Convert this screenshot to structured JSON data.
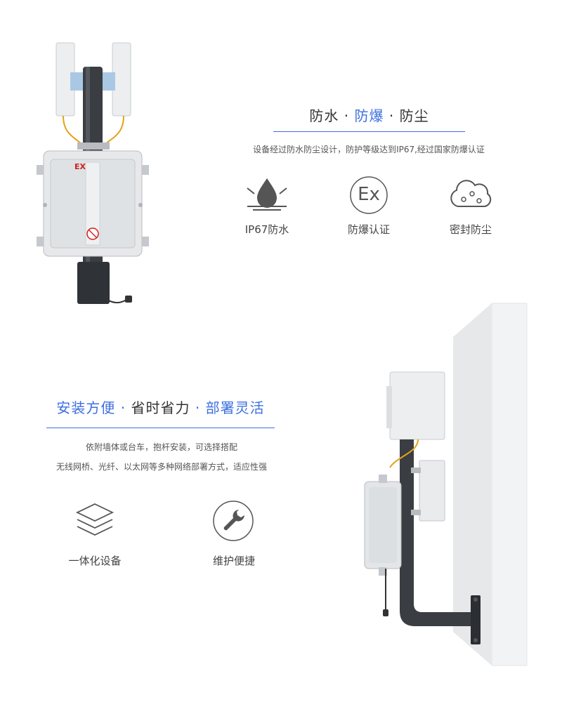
{
  "section1": {
    "title_parts": [
      {
        "text": "防水",
        "style": "dark"
      },
      {
        "text": " · ",
        "style": "dark"
      },
      {
        "text": "防爆",
        "style": "blue"
      },
      {
        "text": " · ",
        "style": "dark"
      },
      {
        "text": "防尘",
        "style": "dark"
      }
    ],
    "subtitle": "设备经过防水防尘设计，防护等级达到IP67,经过国家防爆认证",
    "features": [
      {
        "icon": "waterproof-drop-icon",
        "label": "IP67防水"
      },
      {
        "icon": "ex-explosion-proof-icon",
        "label": "防爆认证",
        "icon_text": "Ex"
      },
      {
        "icon": "dustproof-cloud-icon",
        "label": "密封防尘"
      }
    ],
    "device_label": "EX"
  },
  "section2": {
    "title_parts": [
      {
        "text": "安装方便",
        "style": "blue"
      },
      {
        "text": " · ",
        "style": "blue"
      },
      {
        "text": "省时省力",
        "style": "dark"
      },
      {
        "text": " · ",
        "style": "blue"
      },
      {
        "text": "部署灵活",
        "style": "blue"
      }
    ],
    "lines": [
      "依附墙体或台车，抱杆安装，可选择搭配",
      "无线网桥、光纤、以太网等多种网络部署方式，适应性强"
    ],
    "features": [
      {
        "icon": "layers-stack-icon",
        "label": "一体化设备"
      },
      {
        "icon": "wrench-icon",
        "label": "维护便捷"
      }
    ]
  },
  "colors": {
    "accent": "#3d6fe0",
    "text": "#333333",
    "device": "#e6e8ea",
    "pole": "#3a3d42"
  }
}
